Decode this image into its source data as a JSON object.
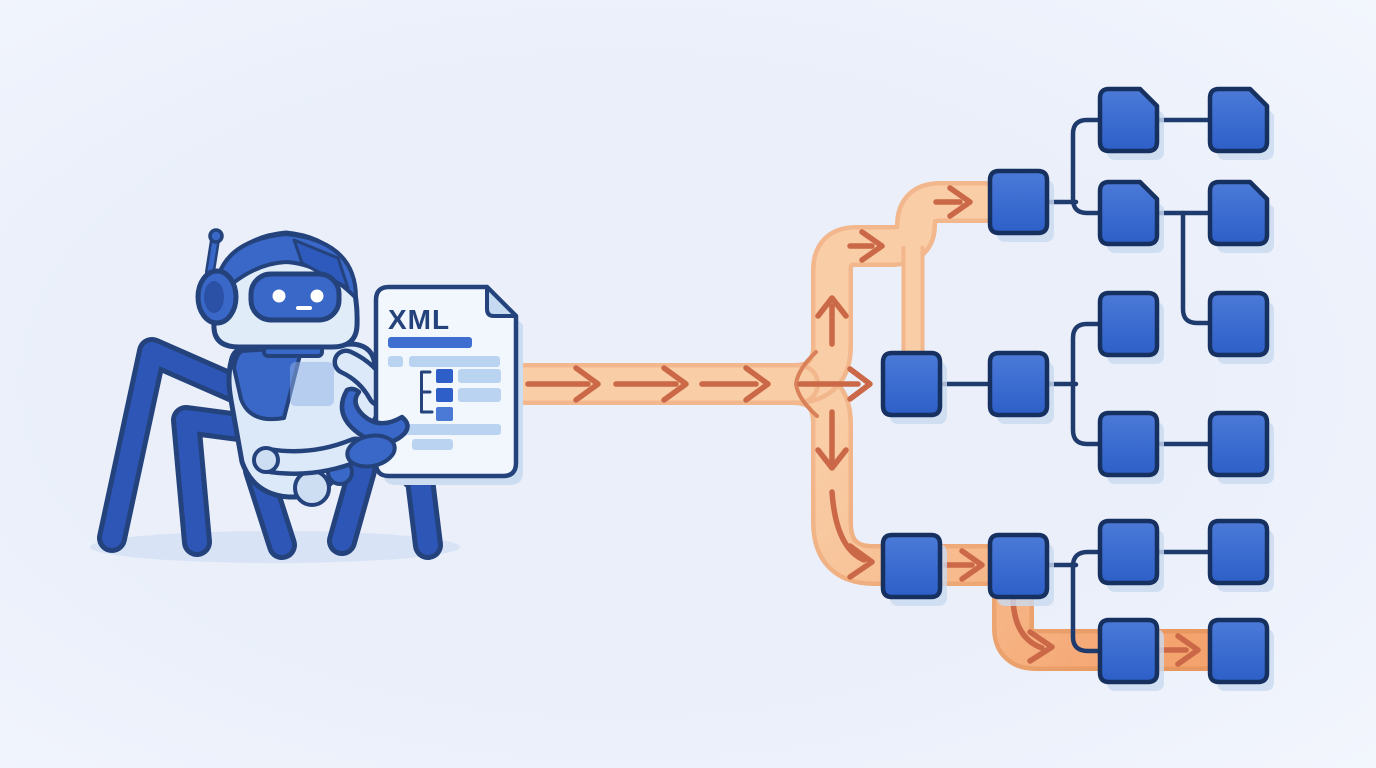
{
  "colors": {
    "background": "#edf2fb",
    "background_edge": "#f4f7fd",
    "flow_band": "#f9cda6",
    "flow_band_edge": "#f2b78c",
    "flow_band_deep": "#f4a36e",
    "flow_arrow": "#cb6847",
    "connector": "#1f3b6d",
    "node_fill": "#3365cd",
    "node_fill_light": "#4b7ad8",
    "node_border": "#16305f",
    "node_shadow": "#c9d9f0",
    "robot_light": "#dce9f8",
    "robot_mid": "#3a68c8",
    "robot_dark": "#2d56b6",
    "outline": "#24437c",
    "paper": "#f1f7fd",
    "paper_fold": "#c6dbf2",
    "bar_light": "#b9d3f1",
    "bar_blue": "#3e6fd0",
    "bar_square": "#2e5fc9",
    "ground_shadow": "#d8e4f6"
  },
  "xml_document": {
    "label": "XML"
  },
  "diagram": {
    "nodes": [
      {
        "id": "branch-top",
        "col": "c2",
        "row": "T",
        "shape": "square"
      },
      {
        "id": "top-grandchild-1",
        "col": "c3",
        "row": "A",
        "shape": "page"
      },
      {
        "id": "top-grandchild-2",
        "col": "c4",
        "row": "A",
        "shape": "page"
      },
      {
        "id": "top-grandchild-3",
        "col": "c3",
        "row": "B",
        "shape": "page"
      },
      {
        "id": "top-grandchild-4",
        "col": "c4",
        "row": "B",
        "shape": "page"
      },
      {
        "id": "mid-node-1",
        "col": "c1",
        "row": "M",
        "shape": "square"
      },
      {
        "id": "mid-node-2",
        "col": "c2",
        "row": "M",
        "shape": "square"
      },
      {
        "id": "mid-grandchild-1",
        "col": "c3",
        "row": "C",
        "shape": "square"
      },
      {
        "id": "mid-grandchild-2",
        "col": "c4",
        "row": "C",
        "shape": "square"
      },
      {
        "id": "mid-grandchild-3",
        "col": "c3",
        "row": "D",
        "shape": "square"
      },
      {
        "id": "mid-grandchild-4",
        "col": "c4",
        "row": "D",
        "shape": "square"
      },
      {
        "id": "bottom-node-1",
        "col": "c1",
        "row": "BOT",
        "shape": "square"
      },
      {
        "id": "bottom-node-2",
        "col": "c2",
        "row": "BOT",
        "shape": "square"
      },
      {
        "id": "bottom-grandchild-1",
        "col": "c3",
        "row": "E",
        "shape": "square"
      },
      {
        "id": "bottom-grandchild-2",
        "col": "c4",
        "row": "E",
        "shape": "square"
      },
      {
        "id": "bottom-grandchild-3",
        "col": "c3",
        "row": "F",
        "shape": "square"
      },
      {
        "id": "bottom-grandchild-4",
        "col": "c4",
        "row": "F",
        "shape": "square"
      }
    ],
    "edges": [
      {
        "from": "branch-top",
        "to": "top-grandchild-1"
      },
      {
        "from": "branch-top",
        "to": "top-grandchild-3"
      },
      {
        "from": "top-grandchild-1",
        "to": "top-grandchild-2"
      },
      {
        "from": "top-grandchild-3",
        "to": "top-grandchild-4"
      },
      {
        "from": "top-grandchild-3",
        "to": "mid-grandchild-2"
      },
      {
        "from": "mid-node-1",
        "to": "mid-node-2"
      },
      {
        "from": "mid-node-2",
        "to": "mid-grandchild-1"
      },
      {
        "from": "mid-node-2",
        "to": "mid-grandchild-3"
      },
      {
        "from": "mid-grandchild-3",
        "to": "mid-grandchild-4"
      },
      {
        "from": "bottom-node-2",
        "to": "bottom-grandchild-1"
      },
      {
        "from": "bottom-node-2",
        "to": "bottom-grandchild-3"
      },
      {
        "from": "bottom-grandchild-1",
        "to": "bottom-grandchild-2"
      }
    ],
    "flow": {
      "source": "xml-document",
      "total_arrows": 12,
      "branches": [
        {
          "id": "main",
          "direction": "right",
          "arrows": 3,
          "target": "branch-point"
        },
        {
          "id": "up",
          "direction": "up-then-right",
          "arrows": 3,
          "target": "branch-top"
        },
        {
          "id": "drop-to-mid",
          "direction": "down",
          "arrows": 0,
          "target": "mid-node-1"
        },
        {
          "id": "middle",
          "direction": "right",
          "arrows": 1,
          "target": "mid-node-1"
        },
        {
          "id": "down",
          "direction": "down-then-right",
          "arrows": 2,
          "target": "bottom-node-1"
        },
        {
          "id": "bottom-row",
          "direction": "right",
          "arrows": 3,
          "target": "bottom-grandchild-4"
        }
      ]
    }
  }
}
